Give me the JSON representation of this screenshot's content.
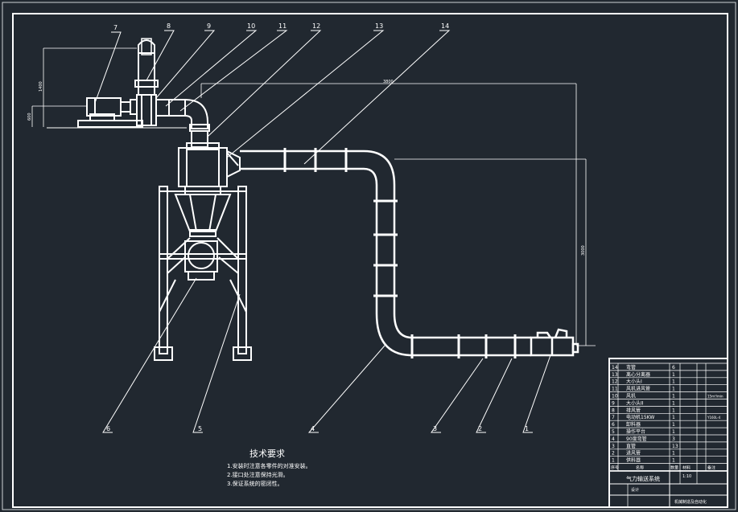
{
  "drawing": {
    "callouts": [
      "1",
      "2",
      "3",
      "4",
      "5",
      "6",
      "7",
      "8",
      "9",
      "10",
      "11",
      "12",
      "13",
      "14"
    ],
    "dimensions": {
      "horizontal_top": "3800",
      "vertical_right": "3000",
      "left_1": "1400",
      "left_2": "600"
    },
    "tech_notes": {
      "title": "技术要求",
      "items": [
        "1.安装时注意各零件的对准安装。",
        "2.接口处注意保持光滑。",
        "3.保证系统的密闭性。"
      ]
    },
    "bom": {
      "header": {
        "no": "序号",
        "name": "名称",
        "qty": "数量",
        "material": "材料",
        "note": "备注"
      },
      "rows": [
        {
          "no": "14",
          "name": "弯管",
          "qty": "6",
          "note": ""
        },
        {
          "no": "13",
          "name": "离心分离器",
          "qty": "1",
          "note": ""
        },
        {
          "no": "12",
          "name": "大小头I",
          "qty": "1",
          "note": ""
        },
        {
          "no": "11",
          "name": "风机进风管",
          "qty": "1",
          "note": ""
        },
        {
          "no": "10",
          "name": "风机",
          "qty": "1",
          "note": "15m³/min"
        },
        {
          "no": "9",
          "name": "大小头II",
          "qty": "1",
          "note": ""
        },
        {
          "no": "8",
          "name": "排风管",
          "qty": "1",
          "note": ""
        },
        {
          "no": "7",
          "name": "电动机15KW",
          "qty": "1",
          "note": "Y160L-4"
        },
        {
          "no": "6",
          "name": "卸料器",
          "qty": "1",
          "note": ""
        },
        {
          "no": "5",
          "name": "操作平台",
          "qty": "1",
          "note": ""
        },
        {
          "no": "4",
          "name": "90度弯管",
          "qty": "3",
          "note": ""
        },
        {
          "no": "3",
          "name": "直管",
          "qty": "13",
          "note": ""
        },
        {
          "no": "2",
          "name": "进风管",
          "qty": "1",
          "note": ""
        },
        {
          "no": "1",
          "name": "供料器",
          "qty": "1",
          "note": ""
        }
      ],
      "title_block": {
        "drawing_name": "气力输送系统",
        "scale": "1:10",
        "designer": "设计",
        "school": "机械制造及自动化"
      }
    }
  }
}
